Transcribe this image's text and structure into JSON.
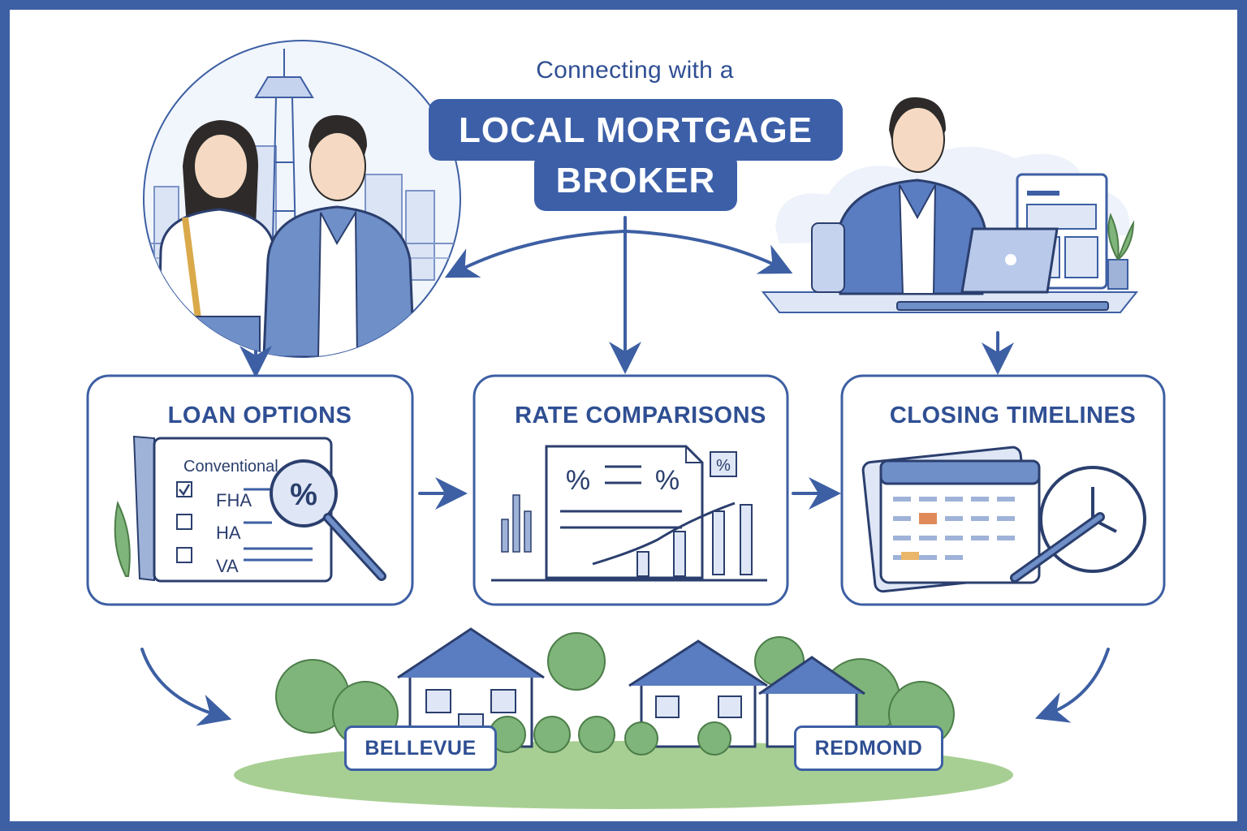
{
  "header": {
    "subtitle": "Connecting with a",
    "title_line1": "LOCAL MORTGAGE",
    "title_line2": "BROKER"
  },
  "cards": [
    {
      "title": "LOAN OPTIONS",
      "checklist_header": "Conventional",
      "options": [
        {
          "label": "FHA",
          "checked": true
        },
        {
          "label": "HA",
          "checked": false
        },
        {
          "label": "VA",
          "checked": false
        }
      ],
      "icon": "magnifier-percent-icon"
    },
    {
      "title": "RATE COMPARISONS",
      "icon": "rate-chart-icon"
    },
    {
      "title": "CLOSING TIMELINES",
      "icon": "calendar-clock-icon"
    }
  ],
  "locations": [
    "BELLEVUE",
    "REDMOND"
  ],
  "colors": {
    "primary": "#3c5fa8",
    "frame": "#3d5fa3",
    "text": "#2f4f93",
    "light_fill": "#dfe7f6",
    "tree_green": "#7fb47a",
    "accent_orange": "#e08a5a"
  }
}
